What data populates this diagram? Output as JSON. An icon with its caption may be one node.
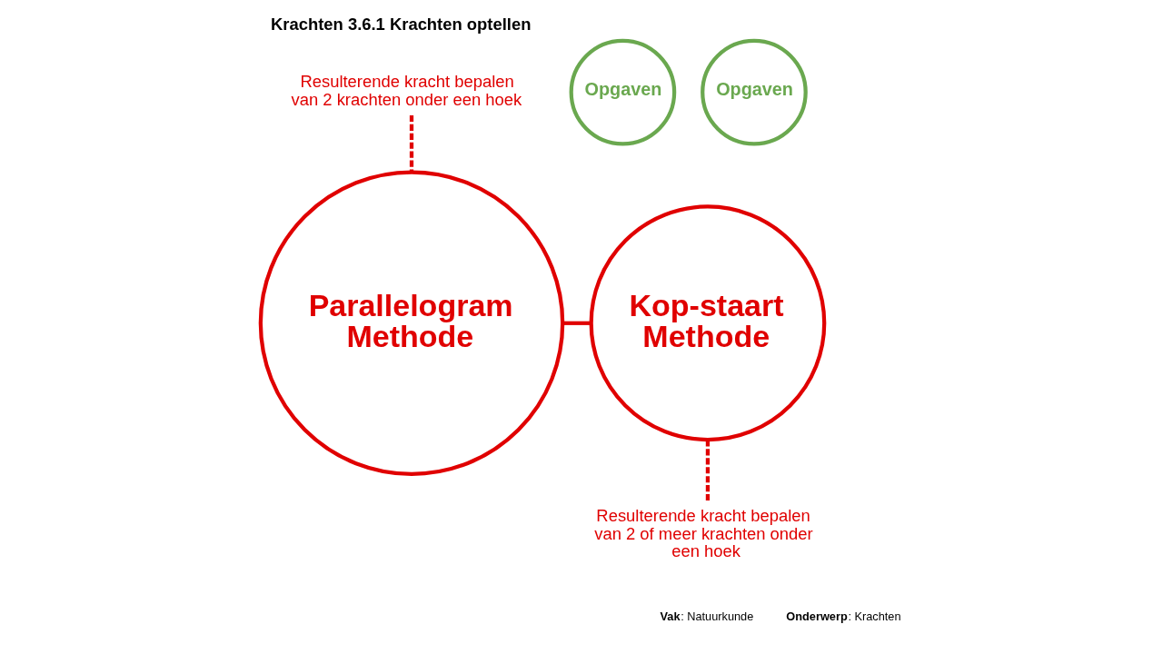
{
  "diagram": {
    "title": "Krachten 3.6.1 Krachten optellen",
    "nodes": [
      {
        "text": [
          "Resulterende kracht bepalen van 2 krachten onder een hoek"
        ]
      },
      {
        "text": [
          "Opgaven"
        ]
      },
      {
        "text": [
          "Parallelogram Methode"
        ]
      },
      {
        "text": [
          "Opgaven"
        ]
      },
      {
        "text": [
          "Kop-staart Methode"
        ]
      },
      {
        "text": [
          "Resulterende kracht bepalen van 2 of meer krachten onder een hoek"
        ]
      }
    ],
    "edges": [
      {
        "from": 0,
        "to": 2,
        "arrow": "none",
        "style": "dashed"
      },
      {
        "from": 2,
        "to": 4,
        "arrow": "none"
      },
      {
        "from": 4,
        "to": 5,
        "arrow": "none",
        "style": "dashed"
      }
    ],
    "labels": [
      "**Vak**: Natuurkunde",
      "**Onderwerp**: Krachten"
    ]
  }
}
